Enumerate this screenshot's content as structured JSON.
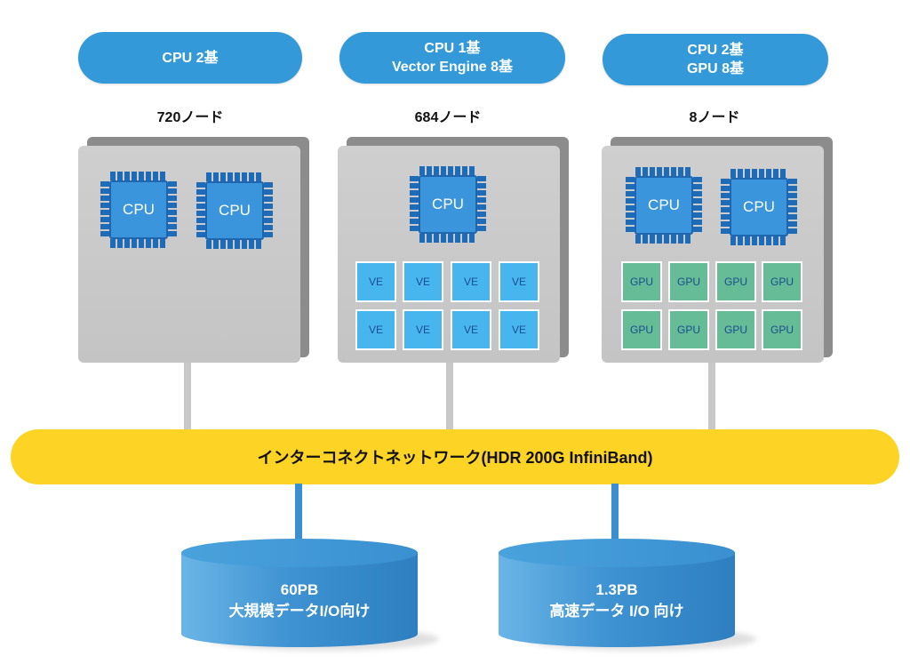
{
  "columns": [
    {
      "spec_lines": [
        "CPU 2基"
      ],
      "node_count": "720ノード",
      "cpus": [
        "CPU",
        "CPU"
      ],
      "accelerators": []
    },
    {
      "spec_lines": [
        "CPU 1基",
        "Vector Engine 8基"
      ],
      "node_count": "684ノード",
      "cpus": [
        "CPU"
      ],
      "accelerators": [
        "VE",
        "VE",
        "VE",
        "VE",
        "VE",
        "VE",
        "VE",
        "VE"
      ]
    },
    {
      "spec_lines": [
        "CPU 2基",
        "GPU 8基"
      ],
      "node_count": "8ノード",
      "cpus": [
        "CPU",
        "CPU"
      ],
      "accelerators": [
        "GPU",
        "GPU",
        "GPU",
        "GPU",
        "GPU",
        "GPU",
        "GPU",
        "GPU"
      ]
    }
  ],
  "interconnect": {
    "label": "インターコネクトネットワーク(HDR 200G InfiniBand)"
  },
  "storage": [
    {
      "capacity": "60PB",
      "purpose": "大規模データI/O向け"
    },
    {
      "capacity": "1.3PB",
      "purpose": "高速データ I/O 向け"
    }
  ],
  "colors": {
    "pill": "#3399d8",
    "interconnect": "#fdd425",
    "cpu": "#3a95dc",
    "ve": "#47b6ef",
    "gpu": "#66bc96",
    "storage": "#3f93d2"
  }
}
